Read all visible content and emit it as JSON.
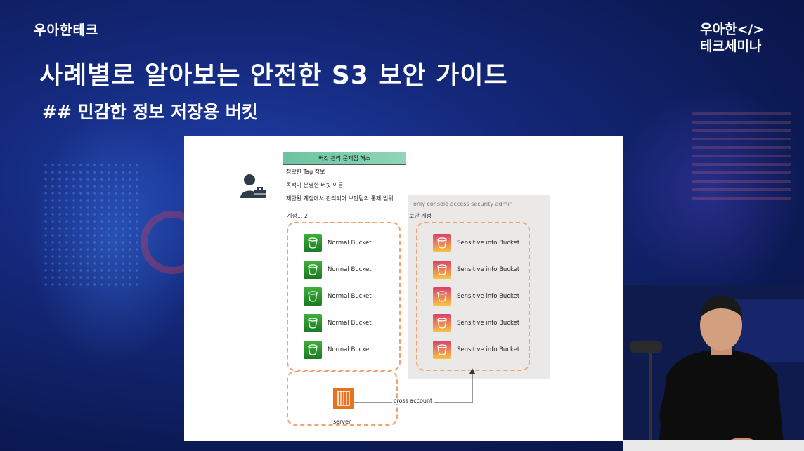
{
  "brand": {
    "left_logo": "우아한테크",
    "right_logo_line1": "우아한</>",
    "right_logo_line2": "테크세미나"
  },
  "slide": {
    "title": "사례별로 알아보는 안전한 S3 보안 가이드",
    "subtitle": "## 민감한 정보 저장용 버킷"
  },
  "diagram": {
    "issue_box": {
      "header": "버킷 관리 문제점 해소",
      "rows": [
        "정확한 Tag 정보",
        "목적이 분명한 버킷 이름",
        "제한된 계정에서 관리되어 보안팀의 통제 범위"
      ]
    },
    "security_area_top_label": "only console access security admin",
    "security_account_label": "보안 계정",
    "accounts_label": "계정1, 2",
    "normal_buckets": [
      "Normal Bucket",
      "Normal Bucket",
      "Normal Bucket",
      "Normal Bucket",
      "Normal Bucket"
    ],
    "sensitive_buckets": [
      "Sensitive info Bucket",
      "Sensitive info Bucket",
      "Sensitive info Bucket",
      "Sensitive info Bucket",
      "Sensitive info Bucket"
    ],
    "server_label": "server",
    "cross_account_label": "cross account",
    "colors": {
      "normal_bucket": "#2a8f2e",
      "sensitive_bucket": "#d8416d",
      "dashed_border": "#f2a36c",
      "server": "#e8731f",
      "issue_header": "#6cc3a0"
    }
  },
  "icons": [
    "user-admin-icon",
    "bucket-icon",
    "server-icon"
  ]
}
